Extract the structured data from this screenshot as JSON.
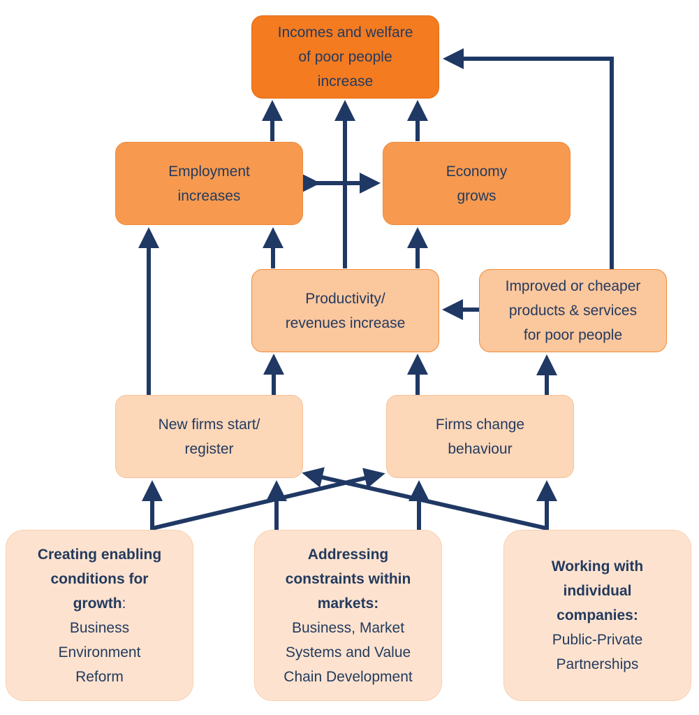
{
  "nodes": {
    "incomes": {
      "lines": [
        "Incomes and welfare",
        "of poor people",
        "increase"
      ]
    },
    "employment": {
      "lines": [
        "Employment",
        "increases"
      ]
    },
    "economy": {
      "lines": [
        "Economy",
        "grows"
      ]
    },
    "productivity": {
      "lines": [
        "Productivity/",
        "revenues increase"
      ]
    },
    "improved": {
      "lines": [
        "Improved or cheaper",
        "products & services",
        "for poor people"
      ]
    },
    "new_firms": {
      "lines": [
        "New firms start/",
        "register"
      ]
    },
    "firms_change": {
      "lines": [
        "Firms change",
        "behaviour"
      ]
    },
    "enabling": {
      "heading": [
        "Creating enabling",
        "conditions for"
      ],
      "heading_last": "growth",
      "colon": ":",
      "body": [
        "Business",
        "Environment",
        "Reform"
      ]
    },
    "constraints": {
      "heading": [
        "Addressing",
        "constraints within",
        "markets:"
      ],
      "body": [
        "Business, Market",
        "Systems and Value",
        "Chain Development"
      ]
    },
    "individual": {
      "heading": [
        "Working with",
        "individual",
        "companies:"
      ],
      "body": [
        "Public-Private",
        "Partnerships"
      ]
    }
  },
  "colors": {
    "arrow": "#1f3864",
    "text": "#243a5e",
    "tier1_fill": "#f47b20",
    "tier2_fill": "#f79a4f",
    "tier3_fill": "#fbc79d",
    "tier4_fill": "#fcd7b8",
    "tier5_fill": "#fde3cf"
  }
}
